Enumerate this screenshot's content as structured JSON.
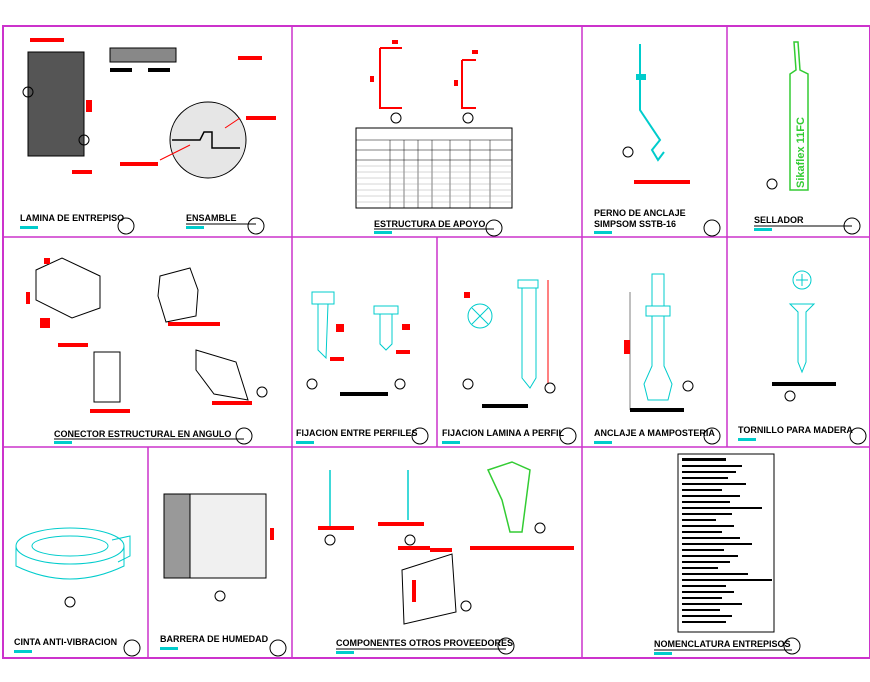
{
  "panels": [
    {
      "id": "lamina",
      "title": "LAMINA DE ENTREPISO"
    },
    {
      "id": "ensamble",
      "title": "ENSAMBLE"
    },
    {
      "id": "estructura",
      "title": "ESTRUCTURA DE APOYO"
    },
    {
      "id": "perno",
      "title": "PERNO DE ANCLAJE",
      "title2": "SIMPSOM SSTB-16"
    },
    {
      "id": "sellador",
      "title": "SELLADOR"
    },
    {
      "id": "conector",
      "title": "CONECTOR ESTRUCTURAL EN ANGULO"
    },
    {
      "id": "fijacion-perfiles",
      "title": "FIJACION ENTRE PERFILES"
    },
    {
      "id": "fijacion-lamina",
      "title": "FIJACION LAMINA A PERFIL"
    },
    {
      "id": "anclaje",
      "title": "ANCLAJE A MAMPOSTERIA"
    },
    {
      "id": "tornillo",
      "title": "TORNILLO PARA MADERA"
    },
    {
      "id": "cinta",
      "title": "CINTA ANTI-VIBRACION"
    },
    {
      "id": "barrera",
      "title": "BARRERA DE HUMEDAD"
    },
    {
      "id": "componentes",
      "title": "COMPONENTES OTROS PROVEEDORES"
    },
    {
      "id": "nomenclatura",
      "title": "NOMENCLATURA ENTREPISOS"
    }
  ],
  "sellador_brand": "Sikaflex 11FC",
  "colors": {
    "frame": "#cc33cc",
    "border": "#000000",
    "accent": "#ff0000",
    "cyan": "#00cccc",
    "green": "#33cc33"
  }
}
